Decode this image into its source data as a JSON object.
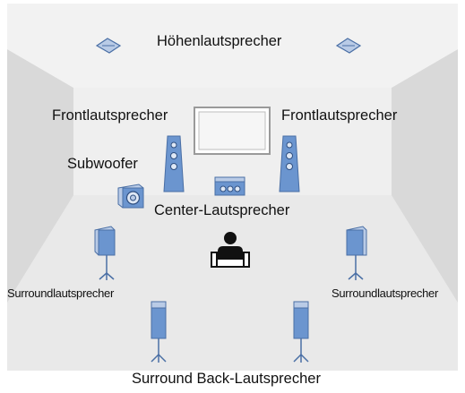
{
  "labels": {
    "height": "Höhenlautsprecher",
    "front_left": "Frontlautsprecher",
    "front_right": "Frontlautsprecher",
    "subwoofer": "Subwoofer",
    "center": "Center-Lautsprecher",
    "surround_left": "Surroundlautsprecher",
    "surround_right": "Surroundlautsprecher",
    "surround_back": "Surround Back-Lautsprecher"
  },
  "colors": {
    "room_floor": "#e9e9e9",
    "room_back_wall": "#efefef",
    "room_side_wall": "#d9d9d9",
    "speaker_blue": "#6b95cf",
    "speaker_light": "#b9cbe6",
    "speaker_outline": "#4a6fa5",
    "tv_frame": "#9a9a9a",
    "tv_screen": "#f6f6f6",
    "listener": "#111111"
  }
}
